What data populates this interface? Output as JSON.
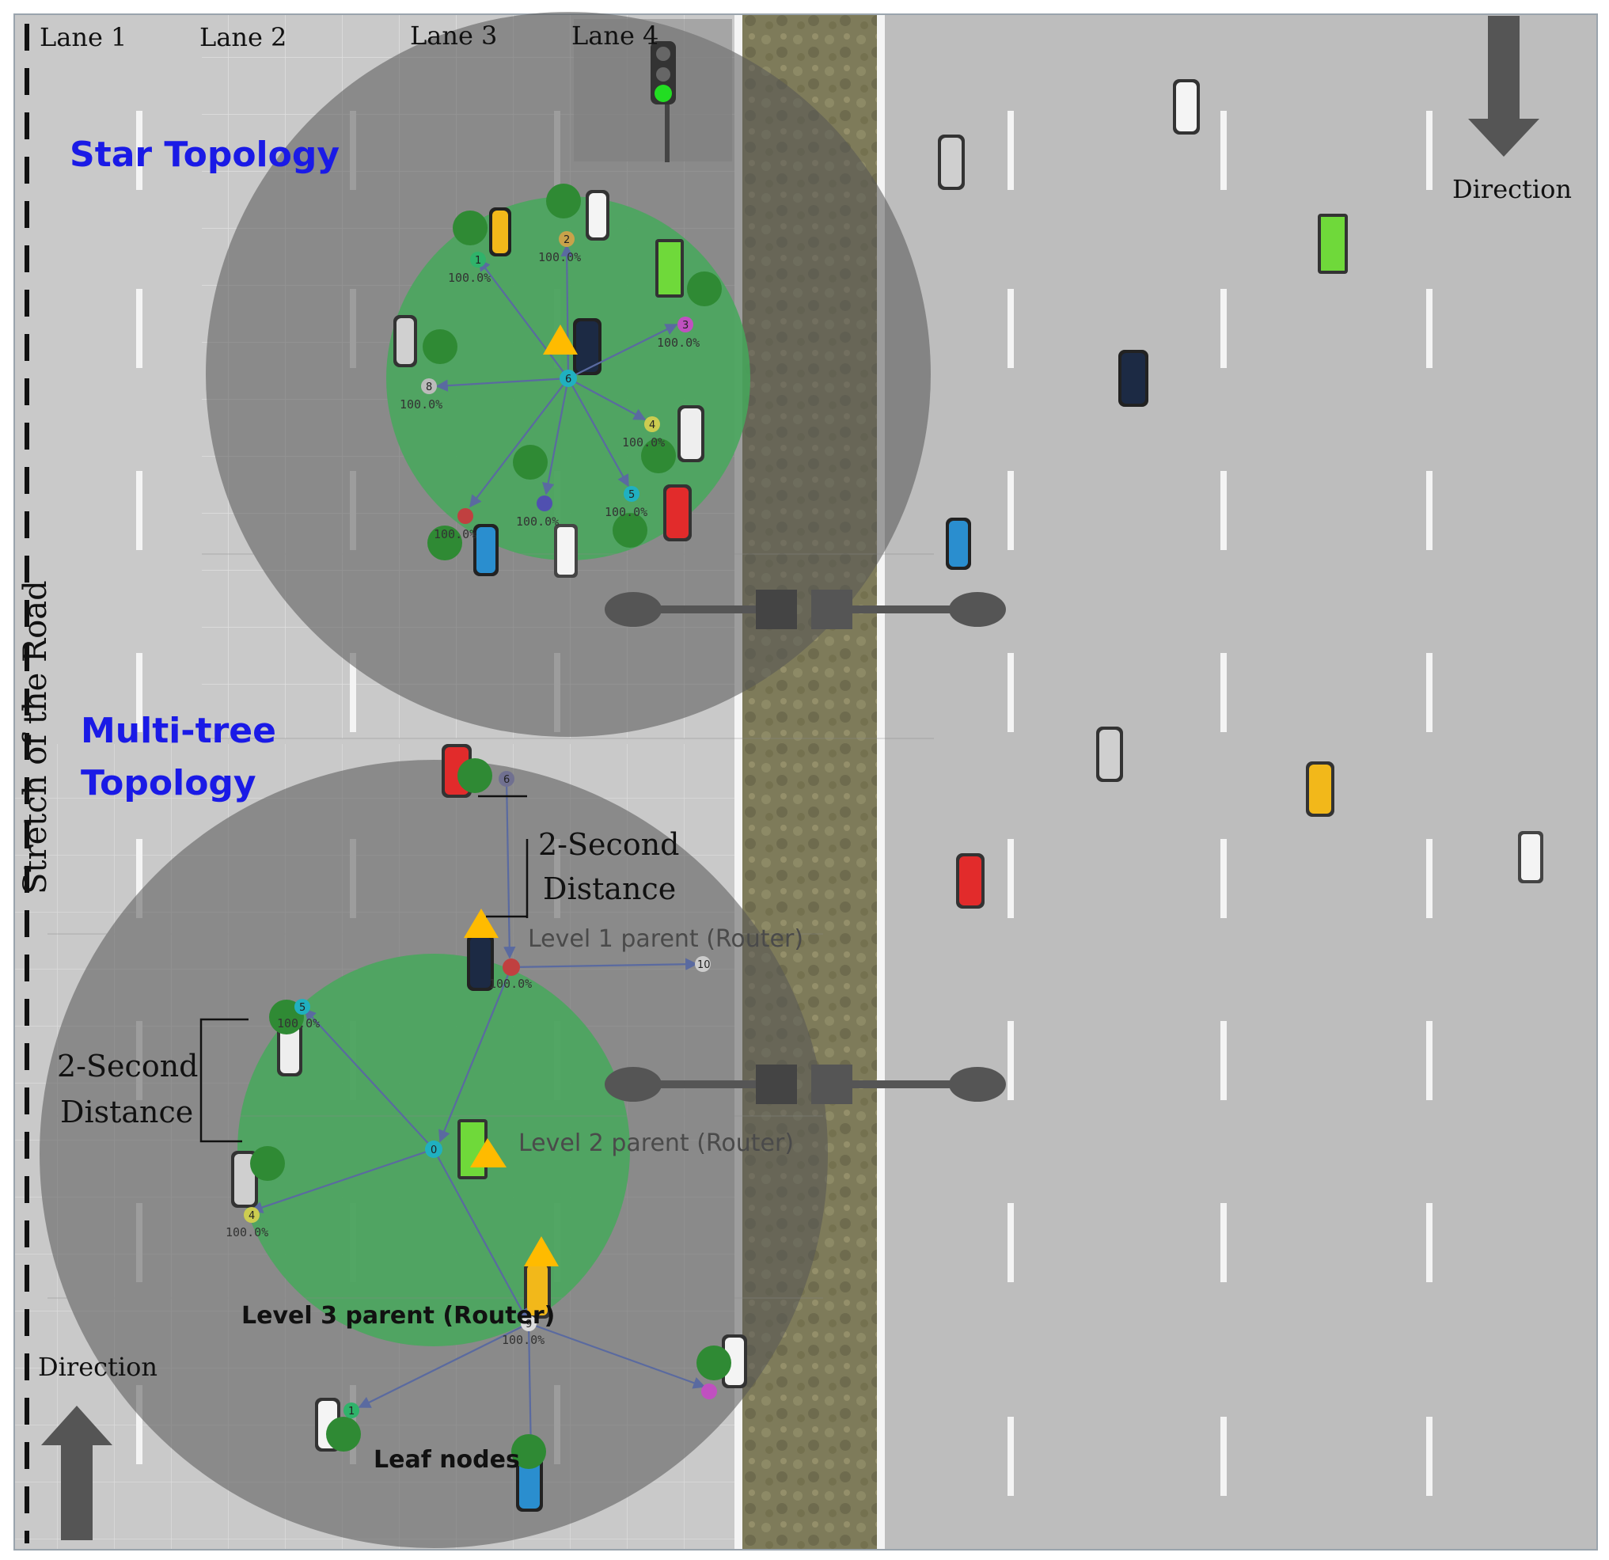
{
  "lanes": [
    "Lane 1",
    "Lane 2",
    "Lane 3",
    "Lane 4"
  ],
  "labels": {
    "stretch": "Stretch of the Road",
    "direction_top": "Direction",
    "direction_bottom": "Direction",
    "star_title": "Star Topology",
    "multitree_title_1": "Multi-tree",
    "multitree_title_2": "Topology",
    "two_second_a_1": "2-Second",
    "two_second_a_2": "Distance",
    "two_second_b_1": "2-Second",
    "two_second_b_2": "Distance",
    "level1": "Level 1 parent (Router)",
    "level2": "Level 2 parent (Router)",
    "level3": "Level 3 parent (Router)",
    "leaf": "Leaf nodes"
  },
  "star_nodes": [
    {
      "num": "1",
      "pct": "100.0%",
      "color": "#2fb36a"
    },
    {
      "num": "2",
      "pct": "100.0%",
      "color": "#c9a24a"
    },
    {
      "num": "3",
      "pct": "100.0%",
      "color": "#c050c0"
    },
    {
      "num": "4",
      "pct": "100.0%",
      "color": "#cccc50"
    },
    {
      "num": "5",
      "pct": "100.0%",
      "color": "#20b0c0"
    },
    {
      "num": "8",
      "pct": "100.0%",
      "color": "#bbbbbb"
    },
    {
      "num": "",
      "pct": "100.0%",
      "color": "#5050b0"
    },
    {
      "num": "",
      "pct": "100.0%",
      "color": "#c04040"
    },
    {
      "num": "6",
      "pct": "",
      "color": "#20b0c0"
    }
  ],
  "tree_nodes": [
    {
      "num": "6",
      "pct": "",
      "color": "#707090"
    },
    {
      "num": "10",
      "pct": "",
      "color": "#cccccc"
    },
    {
      "num": "",
      "pct": "100.0%",
      "color": "#c04040"
    },
    {
      "num": "5",
      "pct": "100.0%",
      "color": "#20b0c0"
    },
    {
      "num": "0",
      "pct": "",
      "color": "#20b0c0"
    },
    {
      "num": "4",
      "pct": "100.0%",
      "color": "#cccc50"
    },
    {
      "num": "9",
      "pct": "100.0%",
      "color": "#dddddd"
    },
    {
      "num": "1",
      "pct": "",
      "color": "#2fb36a"
    },
    {
      "num": "",
      "pct": "",
      "color": "#c050c0"
    }
  ],
  "colors": {
    "road": "#c8c8c8",
    "road_right": "#bdbdbd",
    "median": "#7d7a5c",
    "outer_zone": "#6e6e6e",
    "inner_zone": "#3ca055",
    "router": "#ffbb00",
    "tree": "#2f8a34",
    "link": "#5a6aa0"
  }
}
